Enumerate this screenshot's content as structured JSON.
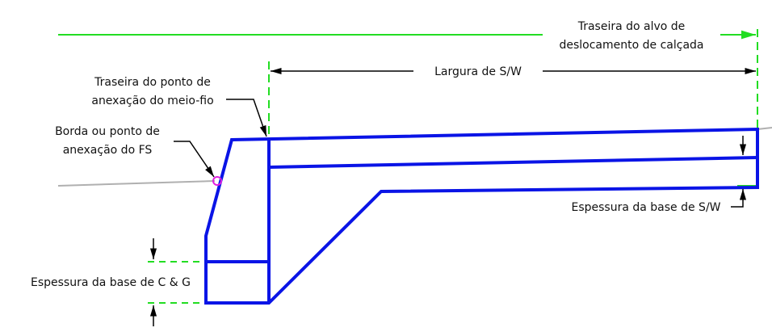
{
  "labels": {
    "rear_target_line1": "Traseira do alvo de",
    "rear_target_line2": "deslocamento de calçada",
    "sw_width": "Largura de S/W",
    "rear_attach_line1": "Traseira do ponto de",
    "rear_attach_line2": "anexação do meio-fio",
    "edge_fs_line1": "Borda ou ponto de",
    "edge_fs_line2": "anexação do FS",
    "sw_base_thickness": "Espessura da base de S/W",
    "cg_base_thickness": "Espessura da base de C & G"
  },
  "colors": {
    "structure": "#0a14e6",
    "guide": "#22dd22",
    "ground": "#b0b0b0",
    "attach_point": "#e020e0",
    "dimension": "#000000"
  }
}
